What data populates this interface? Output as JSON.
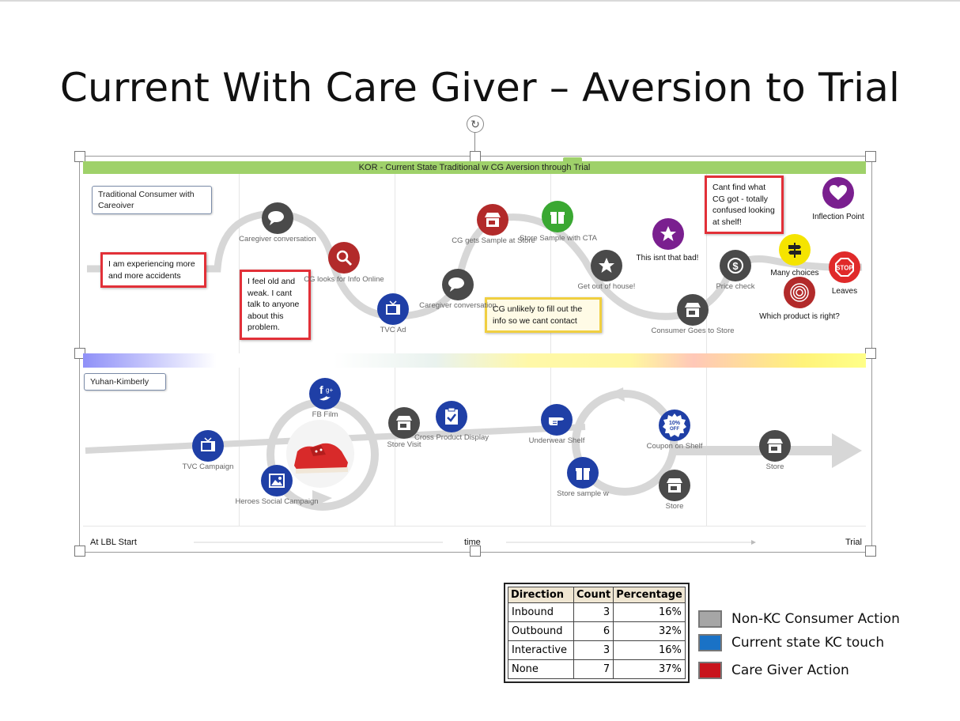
{
  "slide": {
    "title": "Current With Care Giver  – Aversion to Trial"
  },
  "diagram": {
    "header": "KOR - Current State Traditional w CG Aversion through Trial",
    "lanes": [
      {
        "label": "Traditional Consumer with Careoiver"
      },
      {
        "label": "Yuhan-Kimberly"
      }
    ],
    "axis": {
      "start": "At LBL Start",
      "middle": "time",
      "end": "Trial"
    },
    "notes": [
      {
        "text": "I am experiencing more and more accidents",
        "style": "red"
      },
      {
        "text": "I feel old and weak.  I cant talk to anyone about this problem.",
        "style": "red"
      },
      {
        "text": "CG unlikely to fill out the info so we cant contact",
        "style": "yellow"
      },
      {
        "text": "Cant find what CG got - totally confused looking at shelf!",
        "style": "red"
      }
    ],
    "top_nodes": [
      {
        "label": "Caregiver conversation",
        "icon": "speech-bubbles-icon",
        "color": "#4a4a4a"
      },
      {
        "label": "CG looks for Info Online",
        "icon": "magnifier-icon",
        "color": "#b22a2a"
      },
      {
        "label": "TVC Ad",
        "icon": "tv-icon",
        "color": "#1f3fa6"
      },
      {
        "label": "Caregiver conversation",
        "icon": "speech-bubbles-icon",
        "color": "#4a4a4a"
      },
      {
        "label": "CG gets Sample at Store",
        "icon": "store-icon",
        "color": "#b22a2a"
      },
      {
        "label": "Store Sample with CTA",
        "icon": "gift-icon",
        "color": "#3aa832"
      },
      {
        "label": "Get out of house!",
        "icon": "star-icon",
        "color": "#4a4a4a"
      },
      {
        "label": "This isnt that bad!",
        "icon": "star-icon",
        "color": "#7a1f8f"
      },
      {
        "label": "Consumer Goes to Store",
        "icon": "store-icon",
        "color": "#4a4a4a"
      },
      {
        "label": "Price check",
        "icon": "dollar-icon",
        "color": "#4a4a4a"
      },
      {
        "label": "Many choices",
        "icon": "signpost-icon",
        "color": "#f5e400"
      },
      {
        "label": "Which product is right?",
        "icon": "target-icon",
        "color": "#b22a2a"
      },
      {
        "label": "Leaves",
        "icon": "stop-icon",
        "color": "#e02a2a"
      },
      {
        "label": "Inflection Point",
        "icon": "heart-icon",
        "color": "#7a1f8f"
      }
    ],
    "bottom_nodes": [
      {
        "label": "TVC Campaign",
        "icon": "tv-icon",
        "color": "#1f3fa6"
      },
      {
        "label": "FB Film",
        "icon": "social-icon",
        "color": "#1f3fa6",
        "badge": "f g+"
      },
      {
        "label": "Heroes Social Campaign",
        "icon": "image-icon",
        "color": "#1f3fa6"
      },
      {
        "label": "Store Visit",
        "icon": "store-icon",
        "color": "#4a4a4a"
      },
      {
        "label": "Cross Product Display",
        "icon": "clipboard-icon",
        "color": "#1f3fa6"
      },
      {
        "label": "Underwear Shelf",
        "icon": "pointing-hand-icon",
        "color": "#1f3fa6"
      },
      {
        "label": "Store sample w",
        "icon": "gift-icon",
        "color": "#1f3fa6"
      },
      {
        "label": "Coupon on Shelf",
        "icon": "coupon-icon",
        "color": "#1f3fa6",
        "badge": "10% OFF"
      },
      {
        "label": "Store",
        "icon": "store-icon",
        "color": "#4a4a4a"
      },
      {
        "label": "Store",
        "icon": "store-icon",
        "color": "#4a4a4a"
      }
    ]
  },
  "summary_table": {
    "headers": [
      "Direction",
      "Count",
      "Percentage"
    ],
    "rows": [
      [
        "Inbound",
        "3",
        "16%"
      ],
      [
        "Outbound",
        "6",
        "32%"
      ],
      [
        "Interactive",
        "3",
        "16%"
      ],
      [
        "None",
        "7",
        "37%"
      ]
    ]
  },
  "legend": [
    {
      "label": "Non-KC Consumer Action",
      "color": "#a6a6a6"
    },
    {
      "label": "Current state KC touch",
      "color": "#1a72c6"
    },
    {
      "label": "Care Giver Action",
      "color": "#c8141c"
    }
  ]
}
